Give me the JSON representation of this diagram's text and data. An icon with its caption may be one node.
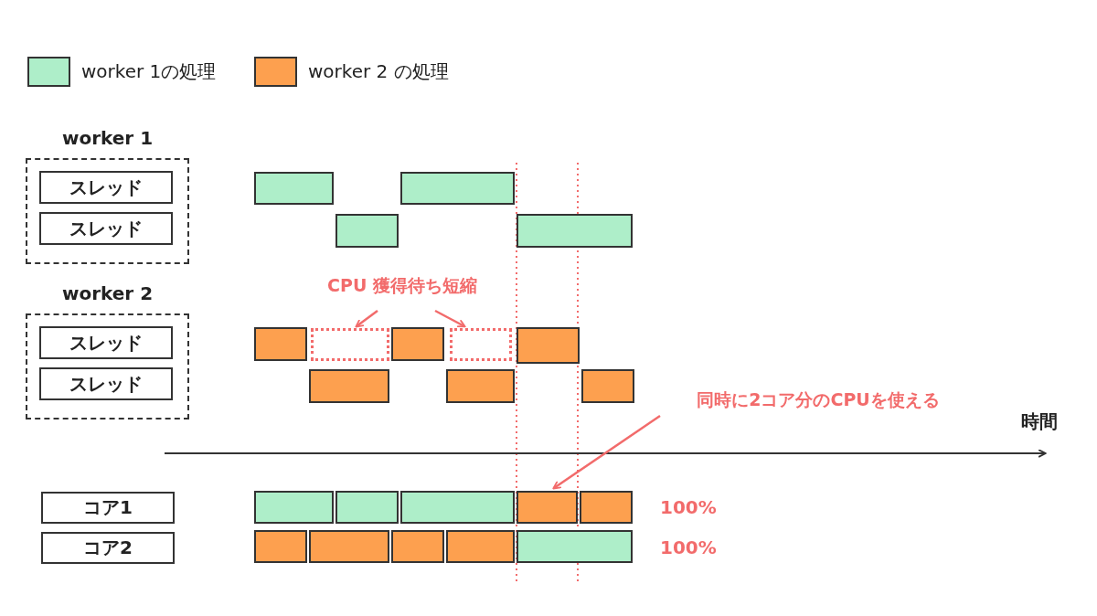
{
  "diagram": {
    "nodes": [
      {
        "text": [
          "worker 1"
        ]
      },
      {
        "text": [
          "スレッド"
        ],
        "in": 0
      },
      {
        "text": [
          "スレッド"
        ],
        "in": 0
      },
      {
        "text": [
          "worker 2"
        ]
      },
      {
        "text": [
          "スレッド"
        ],
        "in": 3
      },
      {
        "text": [
          "スレッド"
        ],
        "in": 3
      },
      {
        "text": [
          "コア1"
        ]
      },
      {
        "text": [
          "コア2"
        ]
      },
      {
        "text": [],
        "shape": "bar"
      },
      {
        "text": [],
        "shape": "bar"
      },
      {
        "text": [],
        "shape": "bar"
      },
      {
        "text": [],
        "shape": "bar"
      },
      {
        "text": [
          "CPU 獲得待ち短縮"
        ]
      },
      {
        "text": [],
        "shape": "bar"
      },
      {
        "text": [],
        "shape": "box"
      },
      {
        "text": [],
        "shape": "bar"
      },
      {
        "text": [],
        "shape": "box"
      },
      {
        "text": [],
        "shape": "bar"
      },
      {
        "text": [],
        "shape": "bar"
      },
      {
        "text": [],
        "shape": "bar"
      },
      {
        "text": [],
        "shape": "bar"
      },
      {
        "text": [
          "同時に2コア分のCPUを使える"
        ]
      },
      {
        "text": [],
        "shape": "bar"
      },
      {
        "text": [],
        "shape": "bar"
      },
      {
        "text": [],
        "shape": "bar"
      },
      {
        "text": [],
        "shape": "bar"
      },
      {
        "text": [],
        "shape": "bar"
      },
      {
        "text": [],
        "shape": "bar"
      },
      {
        "text": [],
        "shape": "bar"
      },
      {
        "text": [],
        "shape": "bar"
      },
      {
        "text": [],
        "shape": "bar"
      },
      {
        "text": [],
        "shape": "bar"
      }
    ],
    "edges": [
      {
        "from": 12,
        "to": 14,
        "arrow": "to"
      },
      {
        "from": 12,
        "to": 16,
        "arrow": "to"
      },
      {
        "from": 21,
        "to": 25,
        "arrow": "to"
      }
    ],
    "labels": [
      "時間",
      "100%",
      "100%"
    ],
    "legend": [
      {
        "text": "worker 1の処理",
        "color": "#aeeec9"
      },
      {
        "text": "worker 2 の処理",
        "color": "#fda04f"
      }
    ]
  }
}
